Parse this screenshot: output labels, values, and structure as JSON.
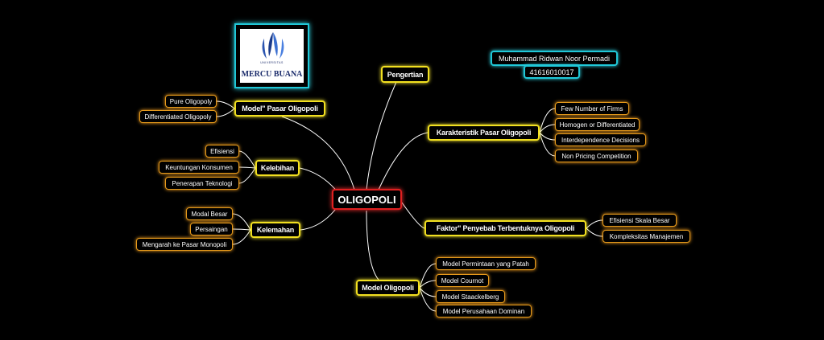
{
  "logo": {
    "university": "UNIVERSITAS",
    "name": "MERCU BUANA"
  },
  "author": {
    "name": "Muhammad Ridwan Noor Permadi",
    "id": "41616010017"
  },
  "colors": {
    "root_border": "#e02020",
    "main_border": "#f2e020",
    "leaf_border": "#e69a1c",
    "info_border": "#20c8d8",
    "link": "#ffffff"
  },
  "root": "OLIGOPOLI",
  "branches": {
    "pengertian": {
      "label": "Pengertian"
    },
    "model_pasar": {
      "label": "Model\" Pasar Oligopoli",
      "items": [
        "Pure Oligopoly",
        "Differentiated Oligopoly"
      ]
    },
    "kelebihan": {
      "label": "Kelebihan",
      "items": [
        "Efisiensi",
        "Keuntungan Konsumen",
        "Penerapan Teknologi"
      ]
    },
    "kelemahan": {
      "label": "Kelemahan",
      "items": [
        "Modal Besar",
        "Persaingan",
        "Mengarah ke Pasar Monopoli"
      ]
    },
    "model_oligopoli": {
      "label": "Model Oligopoli",
      "items": [
        "Model Permintaan yang Patah",
        "Model Cournot",
        "Model Staackelberg",
        "Model Perusahaan Dominan"
      ]
    },
    "karakteristik": {
      "label": "Karakteristik Pasar Oligopoli",
      "items": [
        "Few Number of Firms",
        "Homogen or Differentiated",
        "Interdependence Decisions",
        "Non Pricing Competition"
      ]
    },
    "faktor": {
      "label": "Faktor\" Penyebab Terbentuknya Oligopoli",
      "items": [
        "Efisiensi Skala Besar",
        "Kompleksitas Manajemen"
      ]
    }
  }
}
